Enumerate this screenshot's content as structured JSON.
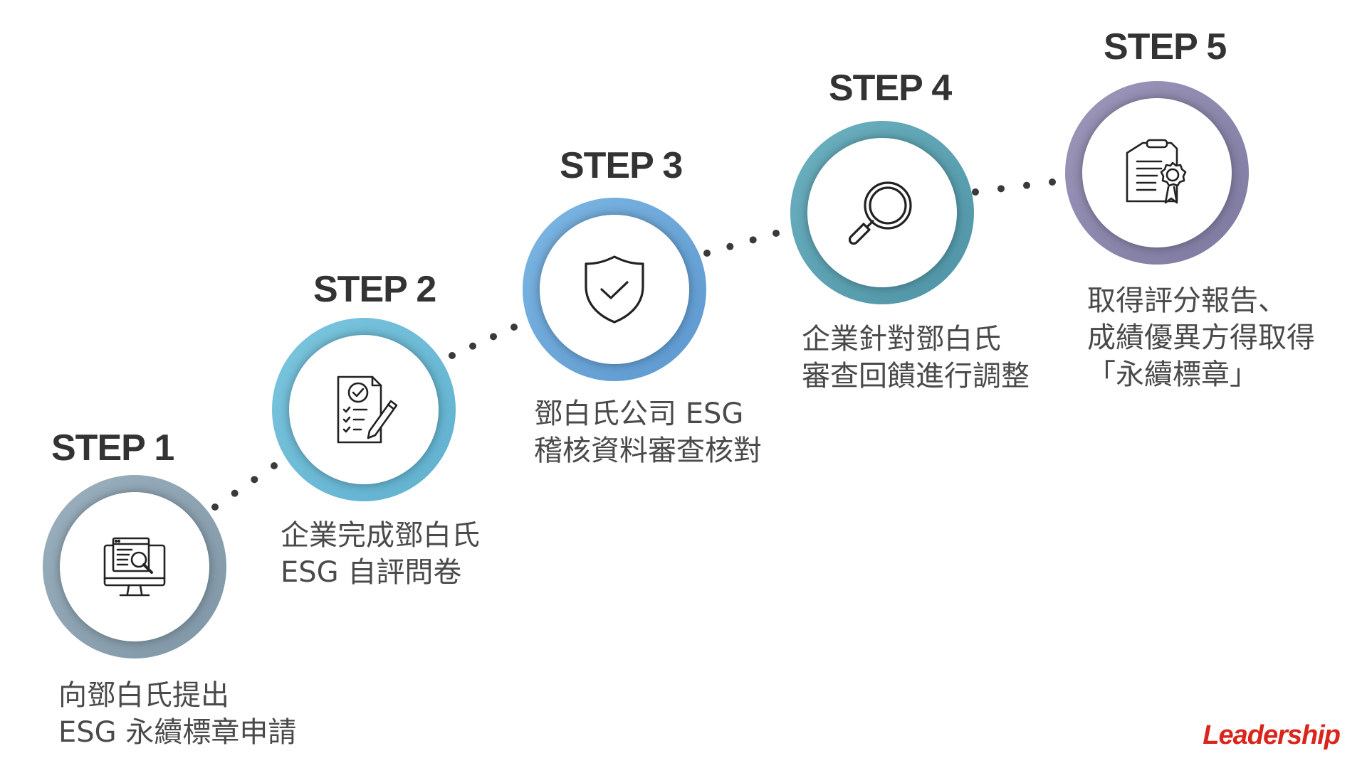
{
  "steps": [
    {
      "title": "STEP 1",
      "lines": [
        "向鄧白氏提出",
        "ESG 永續標章申請"
      ],
      "icon": "monitor-search-icon",
      "ring_color": "#8fa6b4"
    },
    {
      "title": "STEP 2",
      "lines": [
        "企業完成鄧白氏",
        "ESG 自評問卷"
      ],
      "icon": "checklist-pencil-icon",
      "ring_color": "#6fbcd6"
    },
    {
      "title": "STEP 3",
      "lines": [
        "鄧白氏公司 ESG",
        "稽核資料審查核對"
      ],
      "icon": "shield-check-icon",
      "ring_color": "#6aa3d6"
    },
    {
      "title": "STEP 4",
      "lines": [
        "企業針對鄧白氏",
        "審查回饋進行調整"
      ],
      "icon": "magnifier-icon",
      "ring_color": "#5fa3b3"
    },
    {
      "title": "STEP 5",
      "lines": [
        "取得評分報告、",
        "成績優異方得取得",
        "「永續標章」"
      ],
      "icon": "certificate-icon",
      "ring_color": "#8d89ad"
    }
  ],
  "logo": {
    "text": "Leadership"
  },
  "colors": {
    "title": "#333333",
    "text": "#4a4a4a",
    "dots": "#3a3a3a",
    "logo": "#d9251c"
  }
}
